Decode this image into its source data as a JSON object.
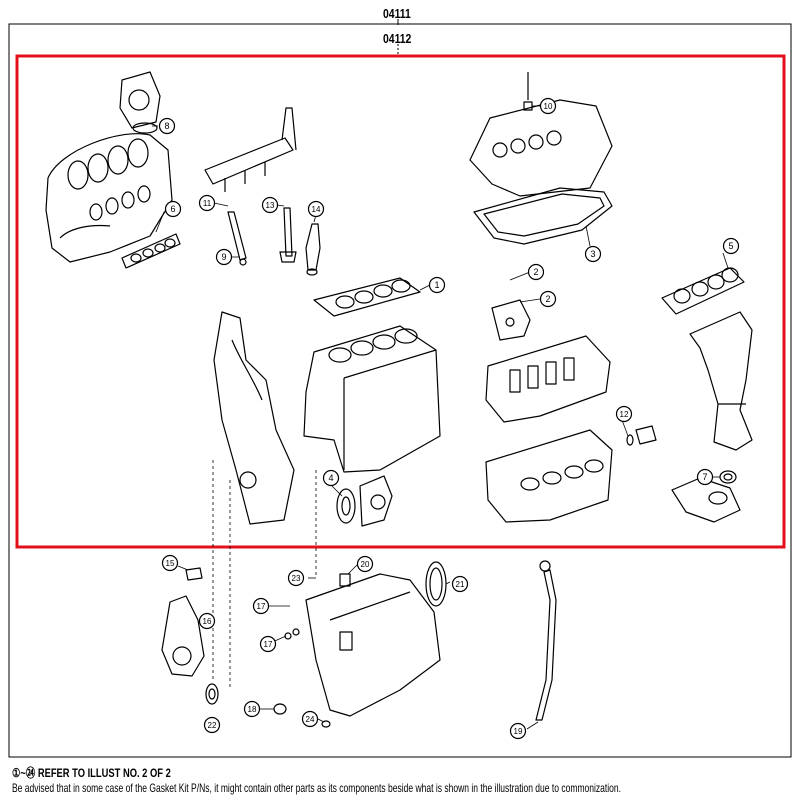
{
  "header": {
    "group_code": "04111",
    "subgroup_code": "04112"
  },
  "highlight_color": "#e3101b",
  "callouts": [
    "1",
    "2",
    "2",
    "3",
    "4",
    "5",
    "6",
    "7",
    "8",
    "9",
    "10",
    "11",
    "12",
    "13",
    "14",
    "15",
    "16",
    "17",
    "17",
    "18",
    "19",
    "20",
    "21",
    "22",
    "23",
    "24"
  ],
  "parts": [
    "intake-manifold-icon",
    "throttle-body-icon",
    "fuel-rail-icon",
    "valve-cover-icon",
    "valve-cover-gasket-icon",
    "cylinder-head-gasket-icon",
    "cylinder-block-icon",
    "camshaft-housing-icon",
    "cylinder-head-icon",
    "exhaust-manifold-gasket-icon",
    "exhaust-manifold-icon",
    "timing-cover-icon",
    "water-pump-icon",
    "oil-pan-icon",
    "oil-dipstick-icon",
    "crankshaft-seal-icon",
    "spark-plug-icon",
    "bolt-icon"
  ],
  "footer": {
    "range_prefix": "①~㉔",
    "refer_text": " REFER TO ILLUST NO. 2 OF 2",
    "advisory": "Be advised that in some case of the Gasket Kit P/Ns,  it might contain other parts as its components beside what is shown in the illustration due to commonization."
  }
}
